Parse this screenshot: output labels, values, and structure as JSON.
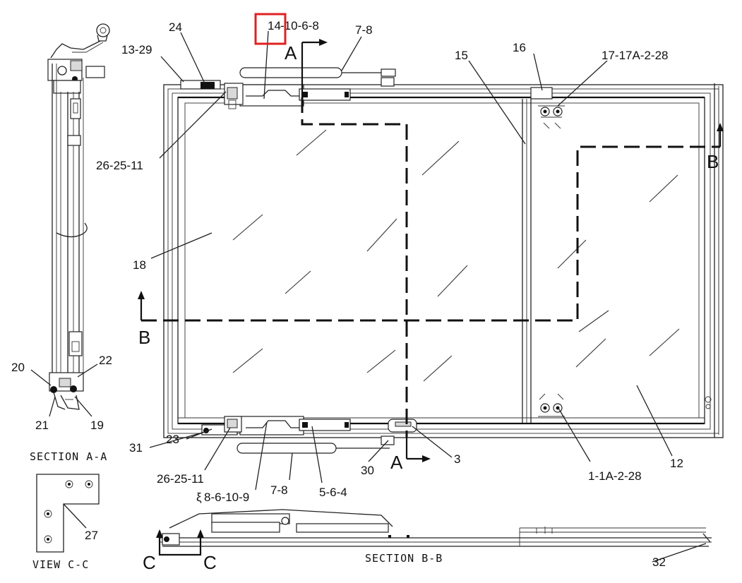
{
  "labels": {
    "part_14": "14",
    "part_14_rest": "-10-6-8",
    "part_7_8_top": "7-8",
    "part_24": "24",
    "part_13_29": "13-29",
    "part_15": "15",
    "part_16": "16",
    "part_17": "17-17A-2-28",
    "part_26_top": "26-25-11",
    "part_18": "18",
    "part_12": "12",
    "part_1": "1-1A-2-28",
    "part_3": "3",
    "part_30": "30",
    "part_31": "31",
    "part_23": "23",
    "part_26_bot": "26-25-11",
    "part_8": "8-6-10-9",
    "part_8_prefix": "ξ",
    "part_7_8_bot": "7-8",
    "part_5": "5-6-4",
    "part_20": "20",
    "part_22": "22",
    "part_21": "21",
    "part_19": "19",
    "part_27": "27",
    "part_32": "32"
  },
  "section_marks": {
    "a_top": "A",
    "a_bottom": "A",
    "b_left": "B",
    "b_right": "B",
    "c_left": "C",
    "c_right": "C"
  },
  "captions": {
    "section_aa": "SECTION A-A",
    "section_bb": "SECTION B-B",
    "view_cc": "VIEW C-C"
  },
  "highlight": {
    "color": "#e02020",
    "target": "14"
  }
}
